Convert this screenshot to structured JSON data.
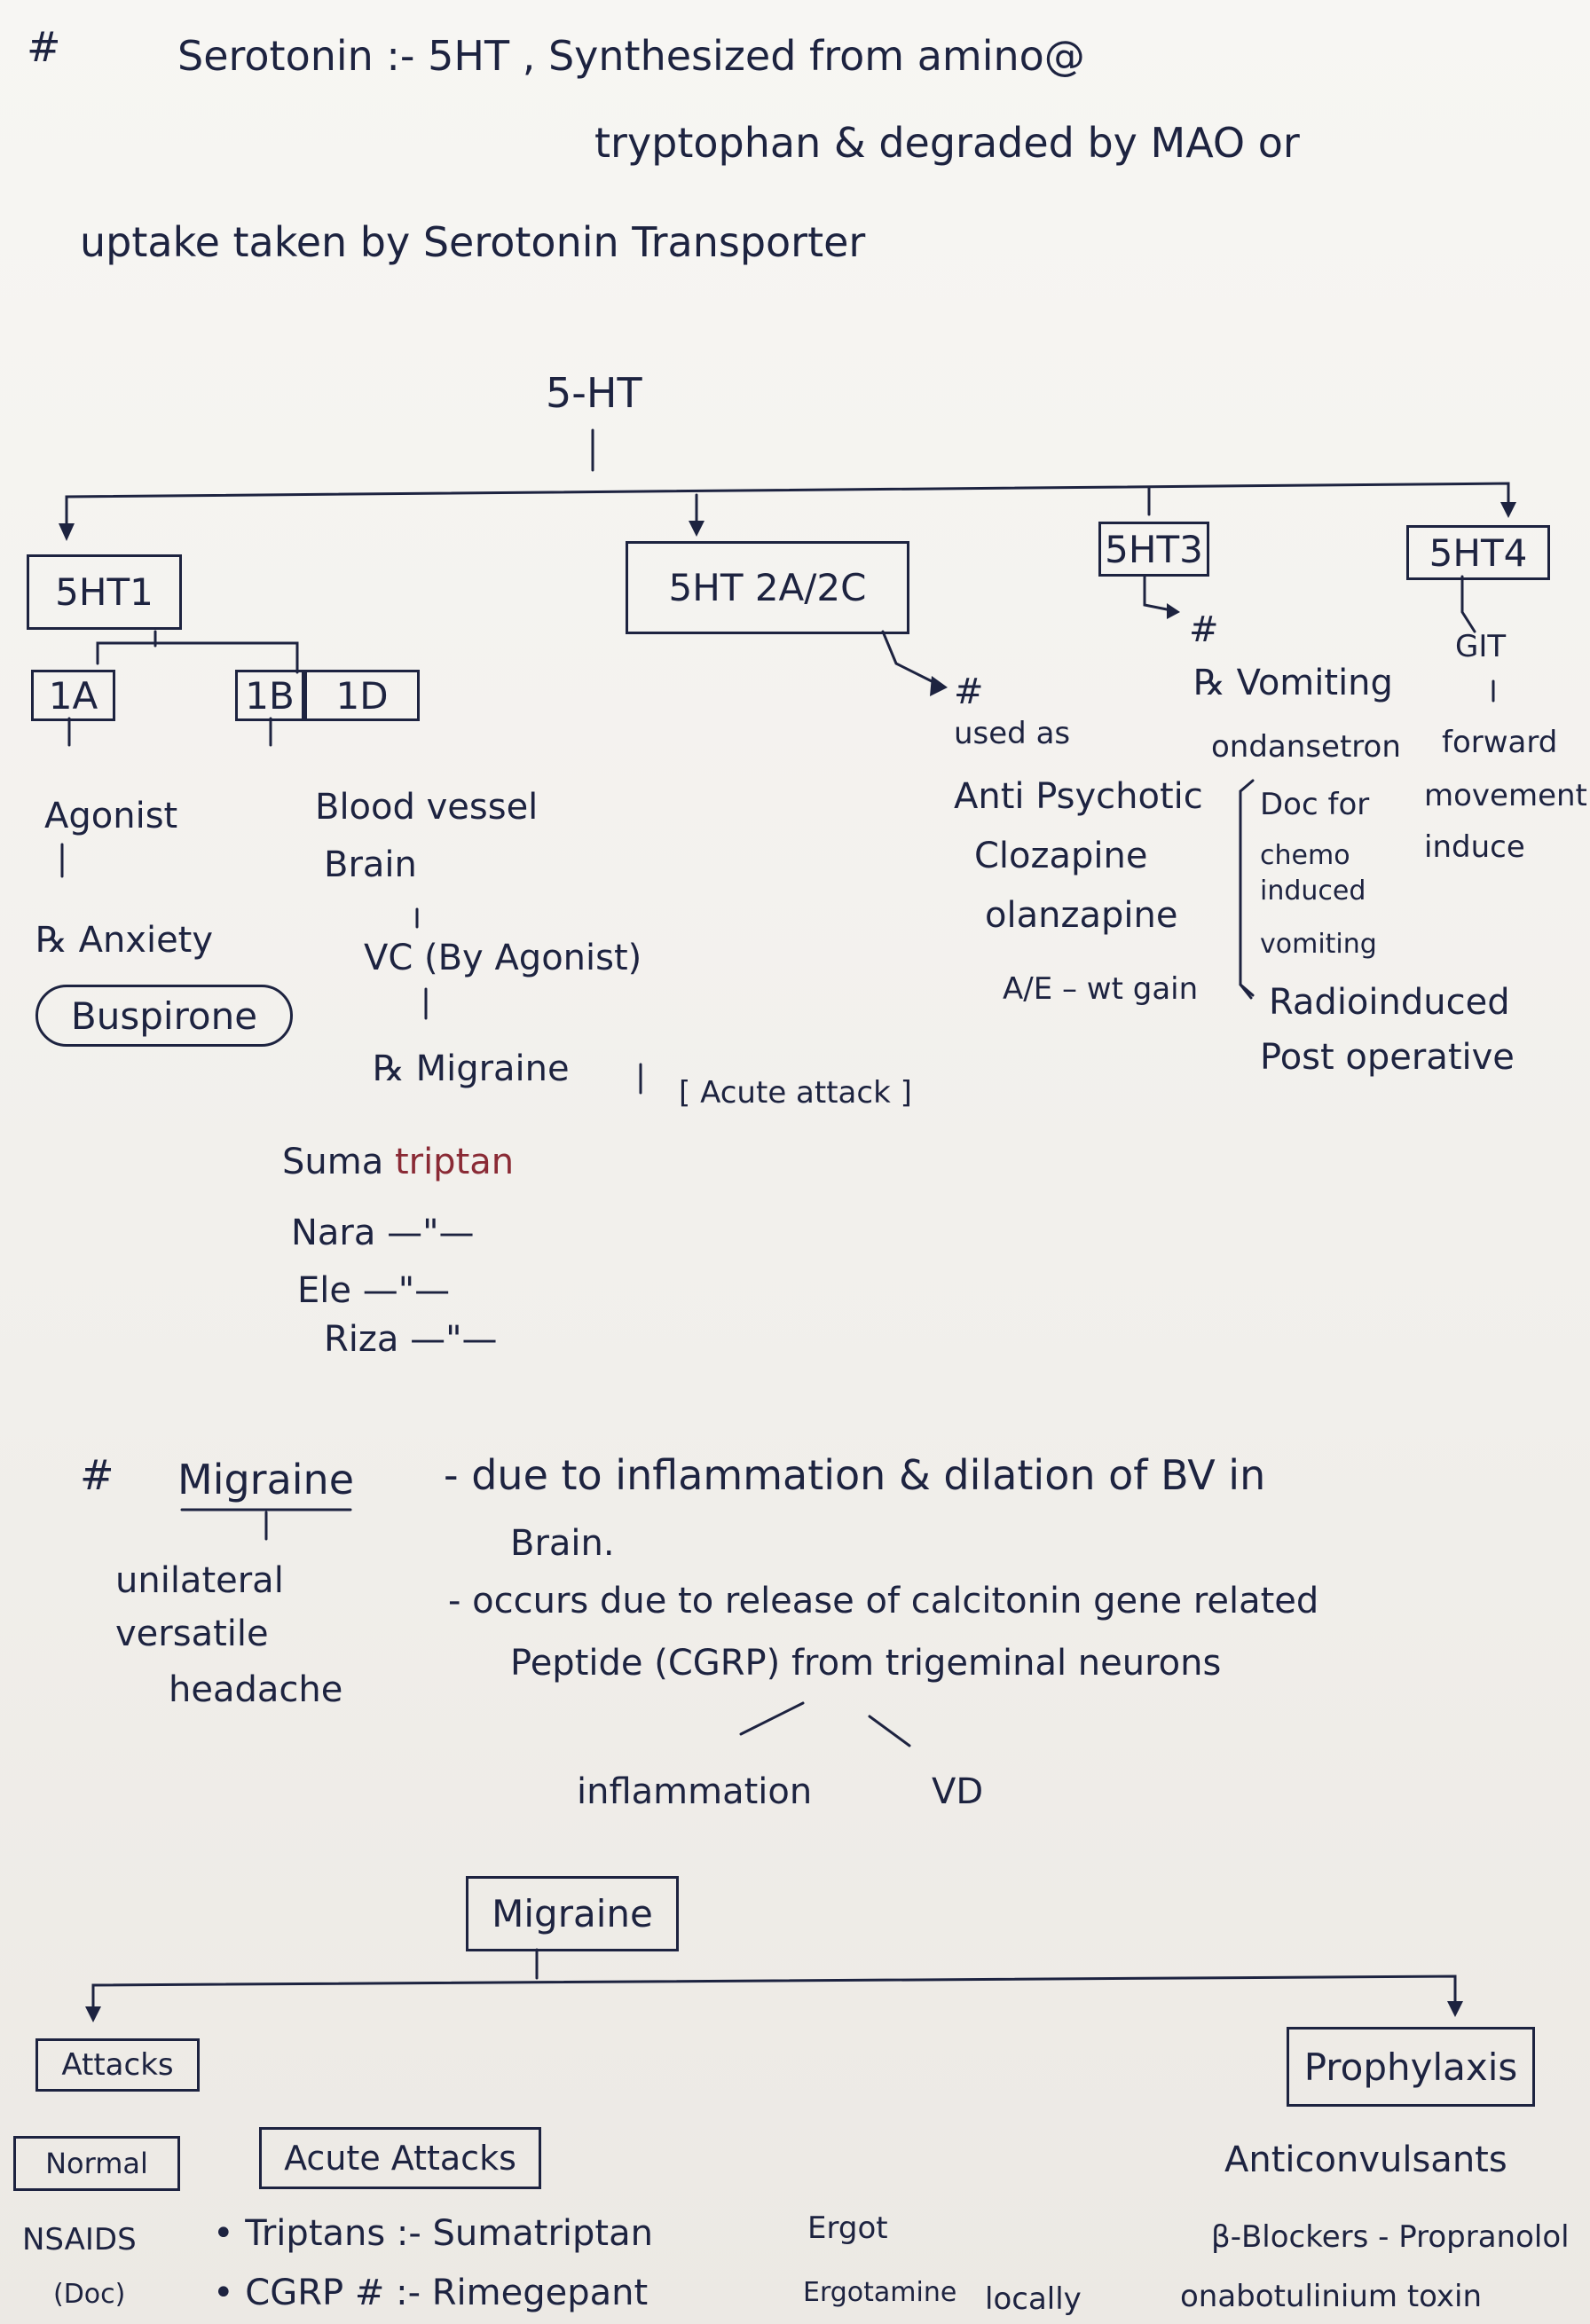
{
  "header": {
    "hash": "#",
    "line1": "Serotonin :- 5HT , Synthesized from amino@",
    "line2": "tryptophan & degraded by MAO or",
    "line3": "uptake taken by Serotonin Transporter"
  },
  "tree": {
    "root": "5-HT",
    "r1": "5HT1",
    "r2": "5HT 2A/2C",
    "r3": "5HT3",
    "r4": "5HT4",
    "sub_1a": "1A",
    "sub_1b": "1B",
    "sub_1d": "1D",
    "agonist": "Agonist",
    "rx_anxiety": "℞ Anxiety",
    "buspirone": "Buspirone",
    "blood_vessel": "Blood vessel",
    "brain": "Brain",
    "vc_agonist": "VC (By Agonist)",
    "rx_migraine": "℞ Migraine",
    "acute_attack": "Acute attack",
    "suma_prefix": "Suma",
    "triptan": "triptan",
    "nara": "Nara —\"—",
    "ele": "Ele —\"—",
    "riza": "Riza —\"—",
    "used_as_hash": "#",
    "used_as": "used as",
    "anti_psychotic": "Anti Psychotic",
    "clozapine": "Clozapine",
    "olanzapine": "olanzapine",
    "ae": "A/E – wt gain",
    "r3_hash": "#",
    "rx_vomiting": "℞ Vomiting",
    "ondansetron": "ondansetron",
    "doc_for": "Doc for",
    "chemo": "chemo",
    "induced": "induced",
    "vomiting": "vomiting",
    "radio": "Radioinduced",
    "postop": "Post operative",
    "git": "GIT",
    "forward": "forward",
    "movement": "movement",
    "induce": "induce"
  },
  "migraine": {
    "hash": "#",
    "title": "Migraine",
    "def1": "- due to inflammation & dilation of BV in",
    "def2": "Brain.",
    "occurs1": "- occurs due to release of calcitonin gene related",
    "occurs2": "Peptide (CGRP) from trigeminal neurons",
    "unilateral": "unilateral",
    "versatile": "versatile",
    "headache": "headache",
    "inflammation": "inflammation",
    "vd": "VD",
    "box": "Migraine",
    "attacks": "Attacks",
    "prophylaxis": "Prophylaxis",
    "normal": "Normal",
    "acute_attacks": "Acute Attacks",
    "nsaids": "NSAIDS",
    "doc": "(Doc)",
    "triptans": "• Triptans :- Sumatriptan",
    "cgrp": "• CGRP # :- Rimegepant",
    "ergot": "Ergot",
    "ergotamine": "Ergotamine",
    "locally": "locally",
    "anticonvulsants": "Anticonvulsants",
    "beta": "β-Blockers - Propranolol",
    "onabot": "onabotulinium toxin"
  }
}
